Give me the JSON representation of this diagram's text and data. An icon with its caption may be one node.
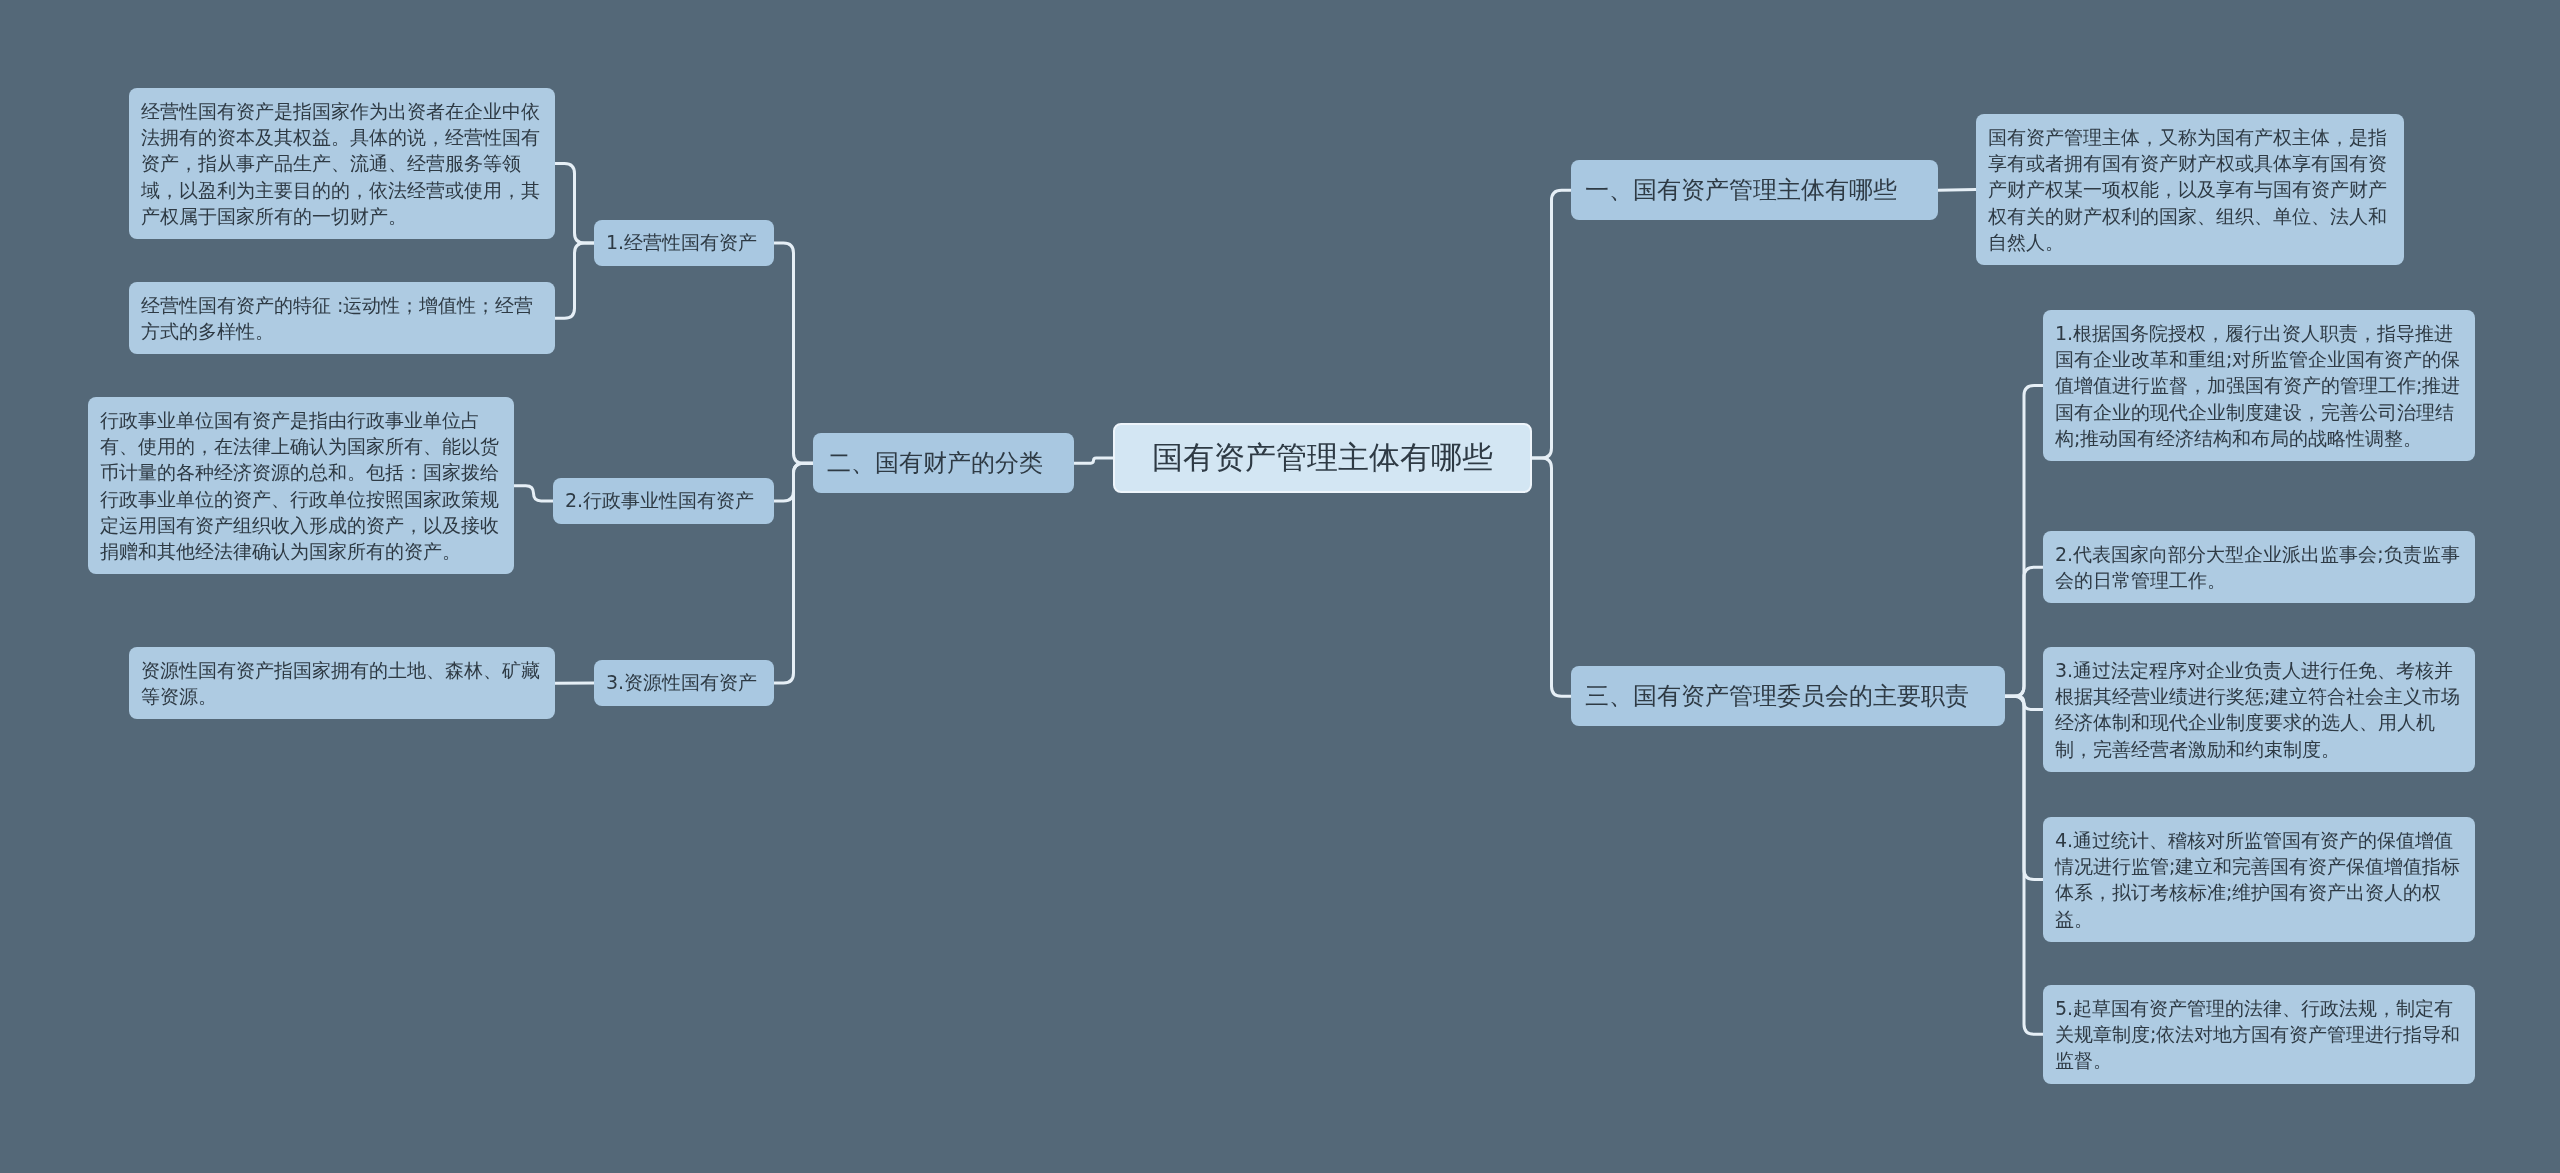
{
  "diagram": {
    "nodes": [
      {
        "text": [
          "国有资产管理主体有哪些"
        ]
      },
      {
        "text": [
          "二、国有财产的分类"
        ]
      },
      {
        "text": [
          "1.经营性国有资产"
        ]
      },
      {
        "text": [
          "经营性国有资产是指国家作为出资者在企业中依法拥有的资本及其权益。具体的说，经营性国有资产，指从事产品生产、流通、经营服务等领域，以盈利为主要目的的，依法经营或使用，其产权属于国家所有的一切财产。"
        ]
      },
      {
        "text": [
          "经营性国有资产的特征 :运动性；增值性；经营方式的多样性。"
        ]
      },
      {
        "text": [
          "2.行政事业性国有资产"
        ]
      },
      {
        "text": [
          "行政事业单位国有资产是指由行政事业单位占有、使用的，在法律上确认为国家所有、能以货币计量的各种经济资源的总和。包括：国家拨给行政事业单位的资产、行政单位按照国家政策规定运用国有资产组织收入形成的资产，以及接收捐赠和其他经法律确认为国家所有的资产。"
        ]
      },
      {
        "text": [
          "3.资源性国有资产"
        ]
      },
      {
        "text": [
          "资源性国有资产指国家拥有的土地、森林、矿藏等资源。"
        ]
      },
      {
        "text": [
          "一、国有资产管理主体有哪些"
        ]
      },
      {
        "text": [
          "国有资产管理主体，又称为国有产权主体，是指享有或者拥有国有资产财产权或具体享有国有资产财产权某一项权能，以及享有与国有资产财产权有关的财产权利的国家、组织、单位、法人和自然人。"
        ]
      },
      {
        "text": [
          "三、国有资产管理委员会的主要职责"
        ]
      },
      {
        "text": [
          "1.根据国务院授权，履行出资人职责，指导推进国有企业改革和重组;对所监管企业国有资产的保值增值进行监督，加强国有资产的管理工作;推进国有企业的现代企业制度建设，完善公司治理结构;推动国有经济结构和布局的战略性调整。"
        ]
      },
      {
        "text": [
          "2.代表国家向部分大型企业派出监事会;负责监事会的日常管理工作。"
        ]
      },
      {
        "text": [
          "3.通过法定程序对企业负责人进行任免、考核并根据其经营业绩进行奖惩;建立符合社会主义市场经济体制和现代企业制度要求的选人、用人机制，完善经营者激励和约束制度。"
        ]
      },
      {
        "text": [
          "4.通过统计、稽核对所监管国有资产的保值增值情况进行监管;建立和完善国有资产保值增值指标体系，拟订考核标准;维护国有资产出资人的权益。"
        ]
      },
      {
        "text": [
          "5.起草国有资产管理的法律、行政法规，制定有关规章制度;依法对地方国有资产管理进行指导和监督。"
        ]
      }
    ],
    "edges": [
      {
        "from": 0,
        "to": 1,
        "arrow": "none"
      },
      {
        "from": 1,
        "to": 2,
        "arrow": "none"
      },
      {
        "from": 2,
        "to": 3,
        "arrow": "none"
      },
      {
        "from": 2,
        "to": 4,
        "arrow": "none"
      },
      {
        "from": 1,
        "to": 5,
        "arrow": "none"
      },
      {
        "from": 5,
        "to": 6,
        "arrow": "none"
      },
      {
        "from": 1,
        "to": 7,
        "arrow": "none"
      },
      {
        "from": 7,
        "to": 8,
        "arrow": "none"
      },
      {
        "from": 0,
        "to": 9,
        "arrow": "none"
      },
      {
        "from": 9,
        "to": 10,
        "arrow": "none"
      },
      {
        "from": 0,
        "to": 11,
        "arrow": "none"
      },
      {
        "from": 11,
        "to": 12,
        "arrow": "none"
      },
      {
        "from": 11,
        "to": 13,
        "arrow": "none"
      },
      {
        "from": 11,
        "to": 14,
        "arrow": "none"
      },
      {
        "from": 11,
        "to": 15,
        "arrow": "none"
      },
      {
        "from": 11,
        "to": 16,
        "arrow": "none"
      }
    ]
  }
}
